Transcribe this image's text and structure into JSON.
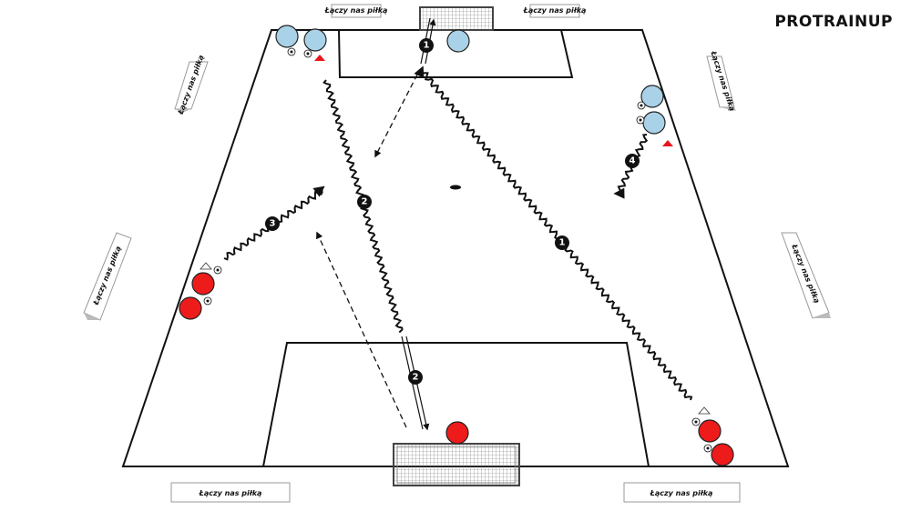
{
  "brand": "PROTRAINUP",
  "boards": {
    "label": "Łączy nas piłką"
  },
  "colors": {
    "team_blue": "#a9d2e8",
    "team_red": "#ee1b1b",
    "cone": "#e8151b",
    "line": "#111111"
  },
  "markers": [
    "1",
    "1",
    "2",
    "2",
    "3",
    "4"
  ]
}
